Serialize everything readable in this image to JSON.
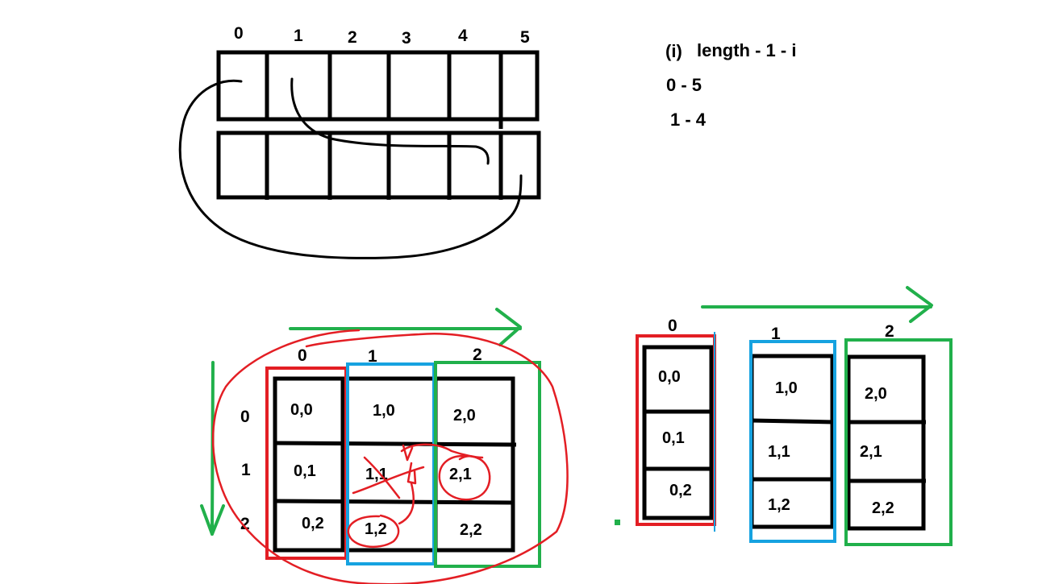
{
  "top_array": {
    "indices": [
      "0",
      "1",
      "2",
      "3",
      "4",
      "5"
    ]
  },
  "notes": {
    "formula_prefix": "(i)",
    "formula": "length - 1 - i",
    "pair_1": "0 - 5",
    "pair_2": "1 - 4"
  },
  "left_matrix": {
    "col_headers": [
      "0",
      "1",
      "2"
    ],
    "row_headers": [
      "0",
      "1",
      "2"
    ],
    "cells": [
      [
        "0,0",
        "1,0",
        "2,0"
      ],
      [
        "0,1",
        "1,1",
        "2,1"
      ],
      [
        "0,2",
        "1,2",
        "2,2"
      ]
    ]
  },
  "right_columns": {
    "headers": [
      "0",
      "1",
      "2"
    ],
    "col0": [
      "0,0",
      "0,1",
      "0,2"
    ],
    "col1": [
      "1,0",
      "1,1",
      "1,2"
    ],
    "col2": [
      "2,0",
      "2,1",
      "2,2"
    ]
  },
  "colors": {
    "red": "#e31e24",
    "blue": "#16a2e0",
    "green": "#21b04b",
    "ink": "#000000"
  }
}
